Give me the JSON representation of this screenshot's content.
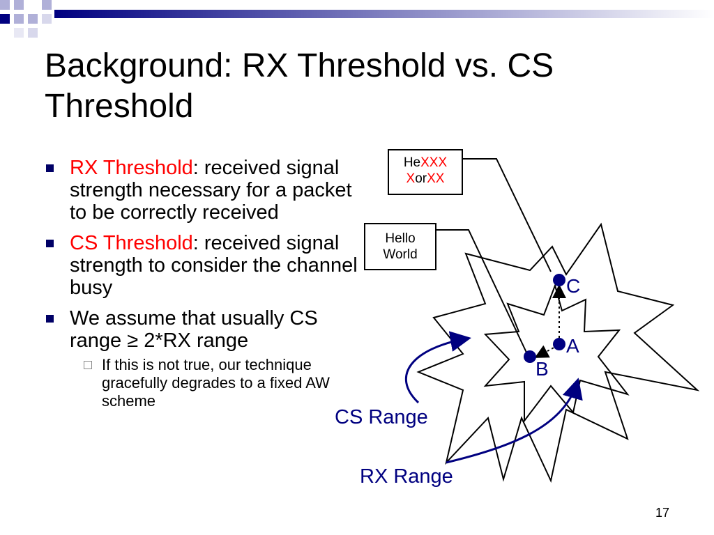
{
  "slide": {
    "title": "Background: RX Threshold vs. CS Threshold",
    "page_number": "17"
  },
  "bullets": [
    {
      "highlight": "RX Threshold",
      "text": ": received signal strength necessary for a packet to be correctly received"
    },
    {
      "highlight": "CS Threshold",
      "text": ": received signal strength to consider the channel busy"
    },
    {
      "text": "We assume that usually CS range ≥ 2*RX range"
    }
  ],
  "sub_bullet": "If this is not true, our technique gracefully degrades to a fixed AW scheme",
  "diagram": {
    "box1": {
      "line1_black": "He",
      "line1_red": "XXX",
      "line2_red_a": "X",
      "line2_black": "or",
      "line2_red_b": "XX"
    },
    "box2": {
      "line1": "Hello",
      "line2": "World"
    },
    "nodes": {
      "c": "C",
      "a": "A",
      "b": "B"
    },
    "cs_range_label": "CS Range",
    "rx_range_label": "RX Range"
  },
  "colors": {
    "accent_red": "#ff0000",
    "label_navy": "#000080",
    "bullet_navy": "#000066"
  }
}
